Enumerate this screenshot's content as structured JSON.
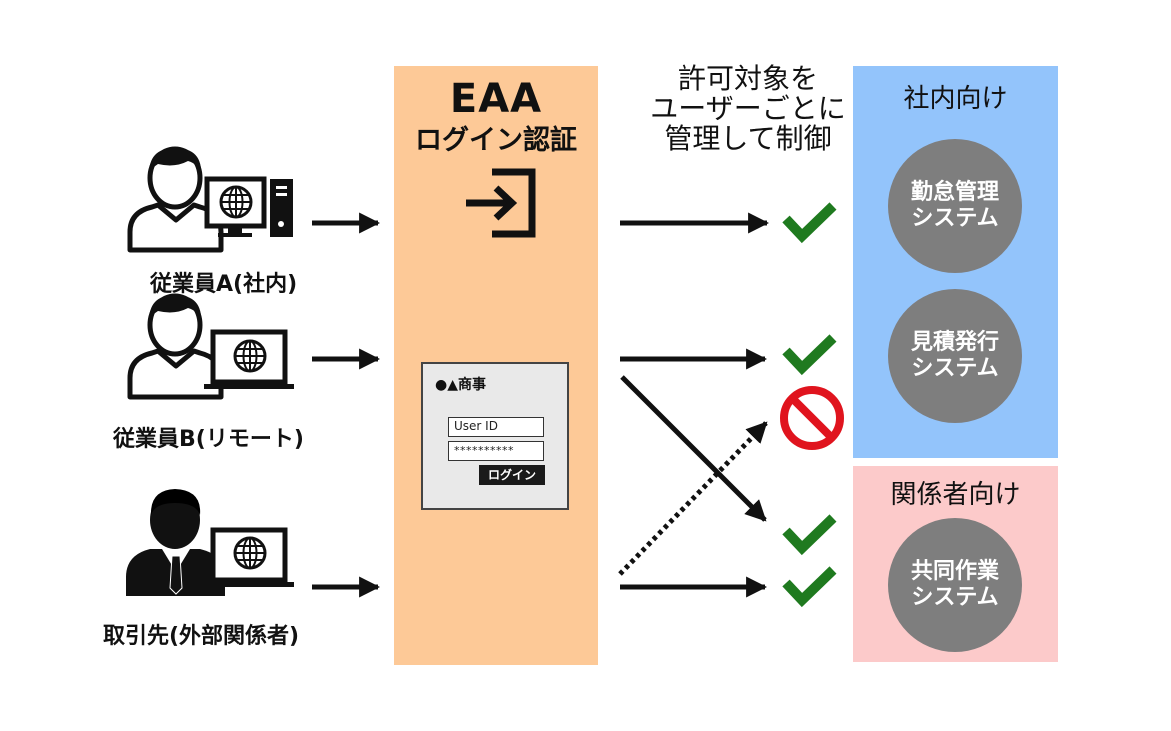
{
  "users": [
    {
      "label": "従業員A(社内)",
      "device": "desktop"
    },
    {
      "label": "従業員B(リモート)",
      "device": "laptop"
    },
    {
      "label": "取引先(外部関係者)",
      "device": "laptop"
    }
  ],
  "eaa": {
    "title": "EAA",
    "subtitle": "ログイン認証",
    "icon": "login-icon",
    "login_form": {
      "company": "●▲商事",
      "user_id": "User ID",
      "password": "**********",
      "button": "ログイン"
    }
  },
  "center_note": {
    "lines": [
      "許可対象を",
      "ユーザーごとに",
      "管理して制御"
    ]
  },
  "internal": {
    "title": "社内向け",
    "systems": [
      "勤怠管理\nシステム",
      "見積発行\nシステム"
    ]
  },
  "external": {
    "title": "関係者向け",
    "systems": [
      "共同作業\nシステム"
    ]
  },
  "colors": {
    "eaa_panel": "#fdc997",
    "internal_panel": "#93c4fb",
    "external_panel": "#fccaca",
    "system_circle": "#7e7e7e",
    "check": "#1f7a1f",
    "deny": "#e0141e"
  },
  "results": [
    "allowed",
    "allowed",
    "denied",
    "allowed",
    "allowed"
  ]
}
